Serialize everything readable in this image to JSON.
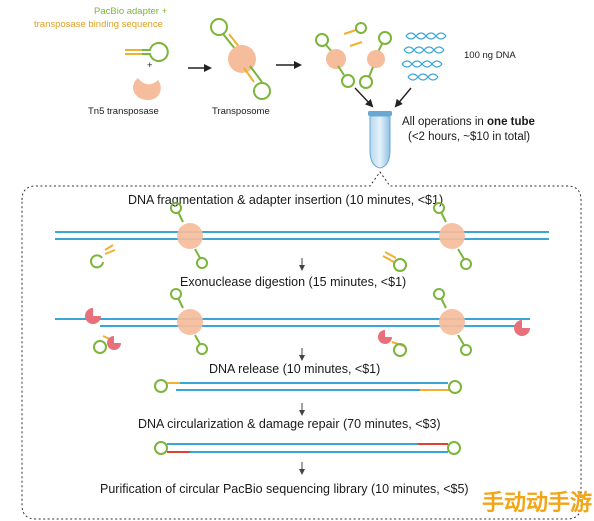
{
  "top": {
    "adapter_label": "PacBio adapter +",
    "adapter_label_2": "transposase binding sequence",
    "plus": "+",
    "tn5_label": "Tn5 transposase",
    "transposome_label": "Transposome",
    "dna_label": "100 ng DNA",
    "tube_note_prefix": "All operations in ",
    "tube_note_bold": "one tube",
    "tube_note_2": "(<2 hours, ~$10 in total)"
  },
  "steps": [
    {
      "label": "DNA fragmentation & adapter insertion (10 minutes, <$1)"
    },
    {
      "label": "Exonuclease digestion (15 minutes, <$1)"
    },
    {
      "label": "DNA release (10 minutes, <$1)"
    },
    {
      "label": "DNA circularization & damage repair (70 minutes, <$3)"
    },
    {
      "label": "Purification of circular PacBio sequencing library (10 minutes, <$5)"
    }
  ],
  "watermark": "手动动手游",
  "colors": {
    "dna_blue": "#3aa6d8",
    "adapter_green": "#7bb53b",
    "adapter_yellow": "#f0b030",
    "transposase": "#f6bd9c",
    "exonuclease": "#e8707a",
    "damage_red": "#e04030",
    "tube": "#9dc8e6"
  }
}
